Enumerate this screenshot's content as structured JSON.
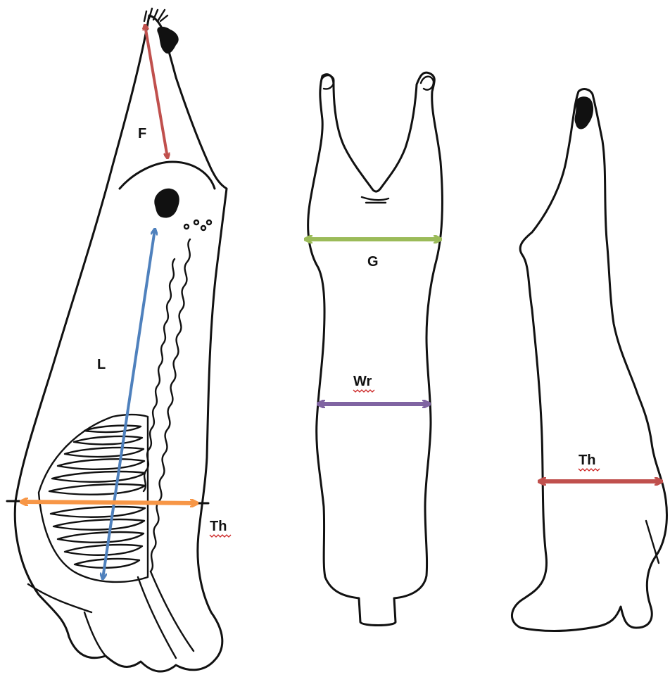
{
  "labels": {
    "F": "F",
    "L": "L",
    "Th_side": "Th",
    "G": "G",
    "Wr": "Wr",
    "Th_right": "Th"
  },
  "colors": {
    "F": "#c0504d",
    "L": "#4f81bd",
    "Th_side": "#f79646",
    "G": "#9bbb59",
    "Wr": "#8064a2",
    "Th_right": "#c0504d",
    "outline": "#111111"
  }
}
